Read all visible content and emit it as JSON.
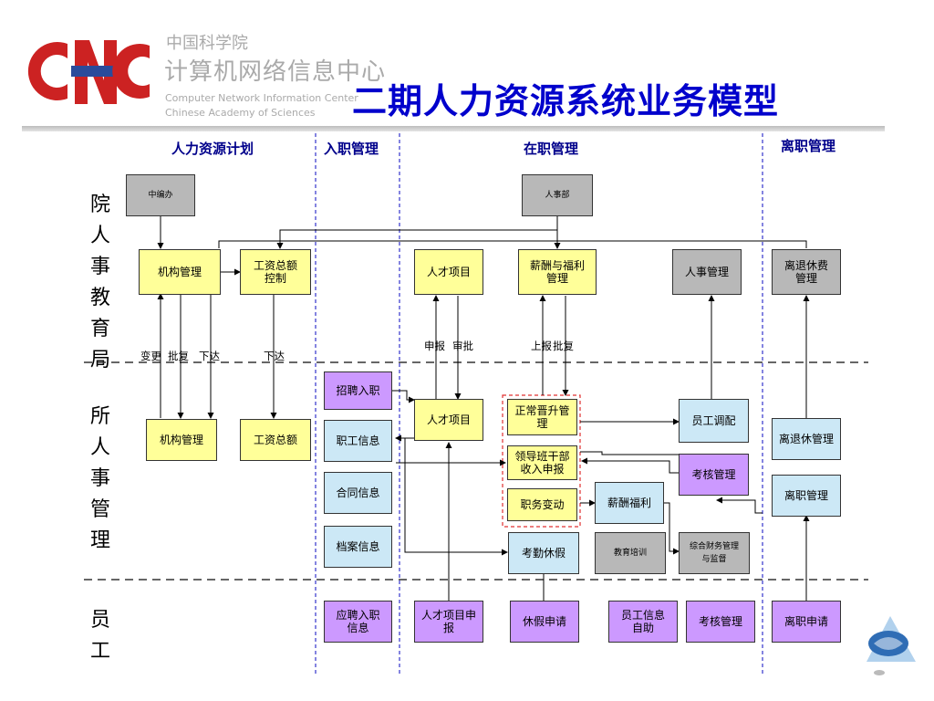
{
  "header": {
    "org_cn_line1": "中国科学院",
    "org_cn_line2": "计算机网络信息中心",
    "org_en_line1": "Computer Network Information Center",
    "org_en_line2": "Chinese Academy of Sciences",
    "title": "二期人力资源系统业务模型",
    "logo_text": "CNC"
  },
  "columns": {
    "plan": "人力资源计划",
    "onboard": "入职管理",
    "inservice": "在职管理",
    "leave": "离职管理"
  },
  "rows": {
    "academy": "院\n人\n事\n教\n育\n局",
    "institute": "所\n人\n事\n管\n理",
    "employee": "员\n工"
  },
  "boxes": {
    "zhongbianban": "中编办",
    "renshibu": "人事部",
    "jigou_top": "机构管理",
    "gongzi_ctrl": "工资总额\n控制",
    "rencai_top": "人才项目",
    "xinchou_top": "薪酬与福利\n管理",
    "renshi_guanli": "人事管理",
    "lituixiu_fee": "离退休费\n管理",
    "jigou_mid": "机构管理",
    "gongzi_mid": "工资总额",
    "zhaopin": "招聘入职",
    "zhigong_info": "职工信息",
    "hetong": "合同信息",
    "dangan": "档案信息",
    "rencai_mid": "人才项目",
    "jinsheng": "正常晋升管\n理",
    "lingdao": "领导班干部\n收入申报",
    "zhiwu": "职务变动",
    "kaoqin": "考勤休假",
    "xinchou_mid": "薪酬福利",
    "jiaoyu": "教育培训",
    "yuangong_tiaopei": "员工调配",
    "kaohe_mid": "考核管理",
    "caiwu": "综合财务管理\n与监督",
    "lituixiu_mid": "离退休管理",
    "lizhi_mid": "离职管理",
    "yingpin": "应聘入职\n信息",
    "rencai_apply": "人才项目申\n报",
    "xiujia_apply": "休假申请",
    "yuangong_self": "员工信息\n自助",
    "kaohe_bottom": "考核管理",
    "lizhi_apply": "离职申请"
  },
  "labels": {
    "biangeng": "变更",
    "pifu1": "批复",
    "xiada1": "下达",
    "xiada2": "下达",
    "shenbao": "申报",
    "shenpi": "审批",
    "shangbao": "上报",
    "pifu2": "批复"
  },
  "colors": {
    "title": "#0000cc",
    "logo_red": "#cc2222",
    "column_header": "#00008b",
    "yellow": "#ffff99",
    "gray": "#b8b8b8",
    "blue": "#cce8f6",
    "purple": "#cc99ff",
    "dashed_group": "#e03030"
  }
}
